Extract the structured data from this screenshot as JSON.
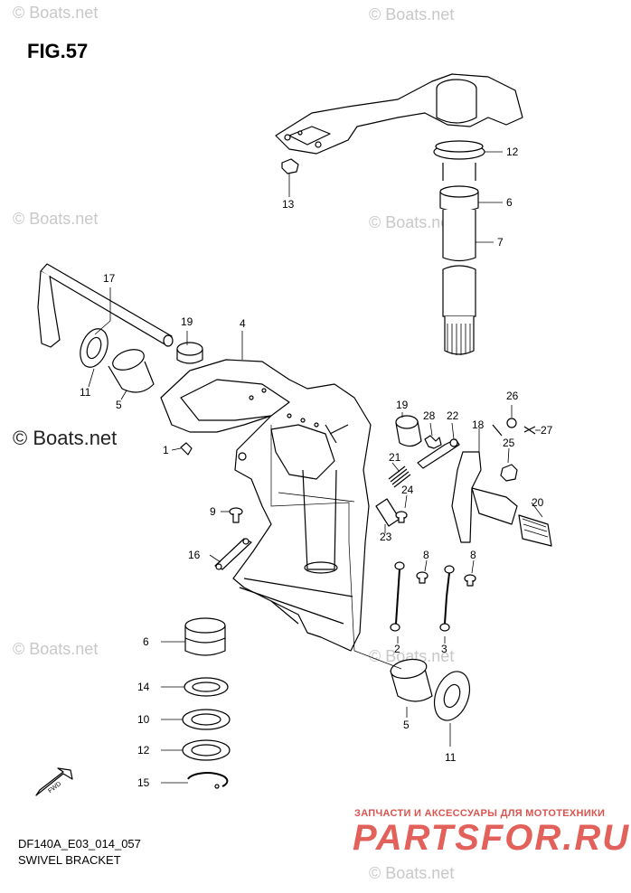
{
  "figure": {
    "title": "FIG.57",
    "code": "DF140A_E03_014_057",
    "caption": "SWIVEL BRACKET",
    "fwd_label": "FWD"
  },
  "watermarks": {
    "main": "© Boats.net",
    "repeat": "© Boats.net"
  },
  "advert": {
    "tagline": "ЗАПЧАСТИ И АКСЕССУАРЫ ДЛЯ МОТОТЕХНИКИ",
    "brand": "PARTSFOR.RU"
  },
  "callouts": {
    "c1": "1",
    "c2": "2",
    "c3": "3",
    "c4": "4",
    "c5a": "5",
    "c5b": "5",
    "c6a": "6",
    "c6b": "6",
    "c7": "7",
    "c8a": "8",
    "c8b": "8",
    "c9": "9",
    "c10": "10",
    "c11a": "11",
    "c11b": "11",
    "c12a": "12",
    "c12b": "12",
    "c13": "13",
    "c14": "14",
    "c15": "15",
    "c16": "16",
    "c17": "17",
    "c18": "18",
    "c19a": "19",
    "c19b": "19",
    "c20": "20",
    "c21": "21",
    "c22": "22",
    "c23": "23",
    "c24": "24",
    "c25": "25",
    "c26": "26",
    "c27": "27",
    "c28": "28"
  }
}
